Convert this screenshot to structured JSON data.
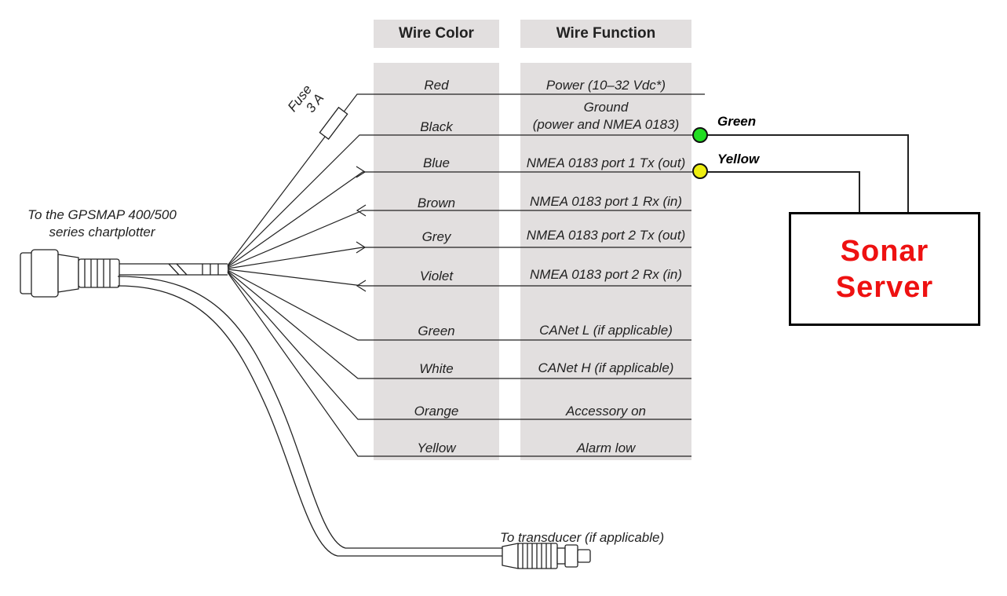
{
  "headers": {
    "wire_color": "Wire Color",
    "wire_function": "Wire Function"
  },
  "wires": [
    {
      "color": "Red",
      "function": "Power (10–32 Vdc*)"
    },
    {
      "color": "Black",
      "function": "Ground\n(power and NMEA 0183)"
    },
    {
      "color": "Blue",
      "function": "NMEA 0183 port 1 Tx (out)"
    },
    {
      "color": "Brown",
      "function": "NMEA 0183 port 1 Rx (in)"
    },
    {
      "color": "Grey",
      "function": "NMEA 0183 port 2 Tx (out)"
    },
    {
      "color": "Violet",
      "function": "NMEA 0183 port 2 Rx (in)"
    },
    {
      "color": "Green",
      "function": "CANet L (if applicable)"
    },
    {
      "color": "White",
      "function": "CANet H (if applicable)"
    },
    {
      "color": "Orange",
      "function": "Accessory on"
    },
    {
      "color": "Yellow",
      "function": "Alarm low"
    }
  ],
  "fuse": {
    "line1": "Fuse",
    "line2": "3 A"
  },
  "chartplotter_label": {
    "line1": "To the GPSMAP 400/500",
    "line2": "series chartplotter"
  },
  "transducer_label": "To transducer (if applicable)",
  "connectors": [
    {
      "label": "Green",
      "color": "#22dd22"
    },
    {
      "label": "Yellow",
      "color": "#eeee11"
    }
  ],
  "sonar_server": {
    "line1": "Sonar",
    "line2": "Server",
    "text_color": "#ee1111"
  }
}
